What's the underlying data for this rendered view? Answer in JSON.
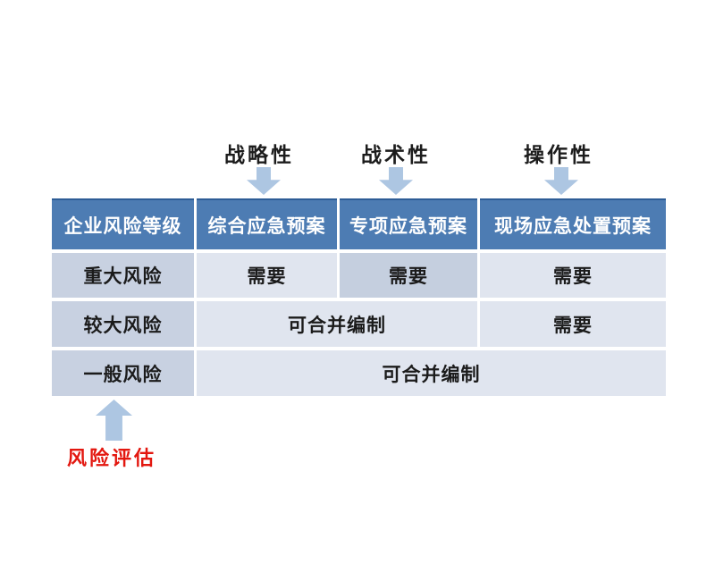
{
  "diagram": {
    "top_labels": [
      {
        "text": "战略性"
      },
      {
        "text": "战术性"
      },
      {
        "text": "操作性"
      }
    ],
    "table": {
      "headers": [
        "企业风险等级",
        "综合应急预案",
        "专项应急预案",
        "现场应急处置预案"
      ],
      "rows": [
        {
          "level": "重大风险",
          "cells": [
            "需要",
            "需要",
            "需要"
          ]
        },
        {
          "level": "较大风险",
          "cells": [
            "可合并编制",
            "需要"
          ]
        },
        {
          "level": "一般风险",
          "cells": [
            "可合并编制"
          ]
        }
      ]
    },
    "bottom_label": {
      "text": "风险评估"
    }
  },
  "icons": {
    "down_arrow": "block-arrow-down",
    "up_arrow": "block-arrow-up"
  },
  "colors": {
    "page_bg": "#ffffff",
    "header_bg": "#4d7cb3",
    "header_top_line": "#2e5d96",
    "header_text": "#ffffff",
    "level_cell_bg": "#c8d1e1",
    "cell_bg": "#e0e5ef",
    "highlight_cell_bg": "#c5cfdf",
    "body_text": "#1b1b1b",
    "arrow_fill": "#adc6e2",
    "bottom_label_color": "#e3170f"
  }
}
